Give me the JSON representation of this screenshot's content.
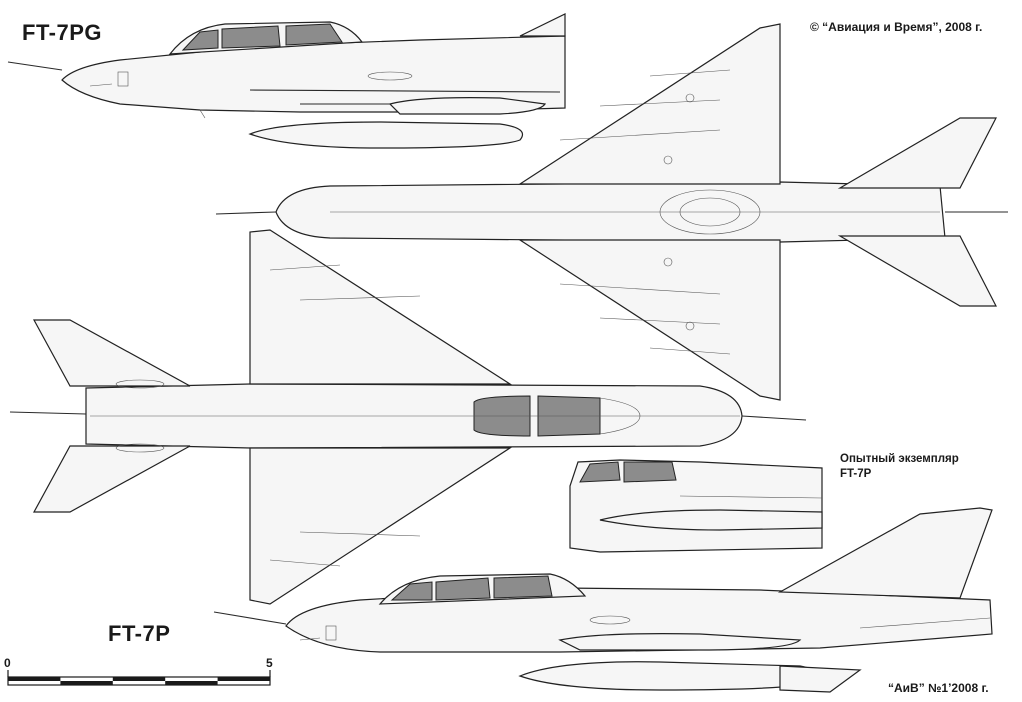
{
  "labels": {
    "top_left_title": "FT-7PG",
    "bottom_title": "FT-7P",
    "copyright": "© “Авиация и Время”, 2008 г.",
    "prototype_line1": "Опытный экземпляр",
    "prototype_line2": "FT-7P",
    "issue": "“АиВ” №1’2008 г."
  },
  "scale_bar": {
    "start_label": "0",
    "end_label": "5",
    "segments": 5,
    "colors": {
      "ink": "#1a1a1a",
      "paper": "#ffffff"
    }
  },
  "colors": {
    "line": "#2a2a2a",
    "canopy_glass": "#8c8c8c",
    "background": "#ffffff"
  }
}
